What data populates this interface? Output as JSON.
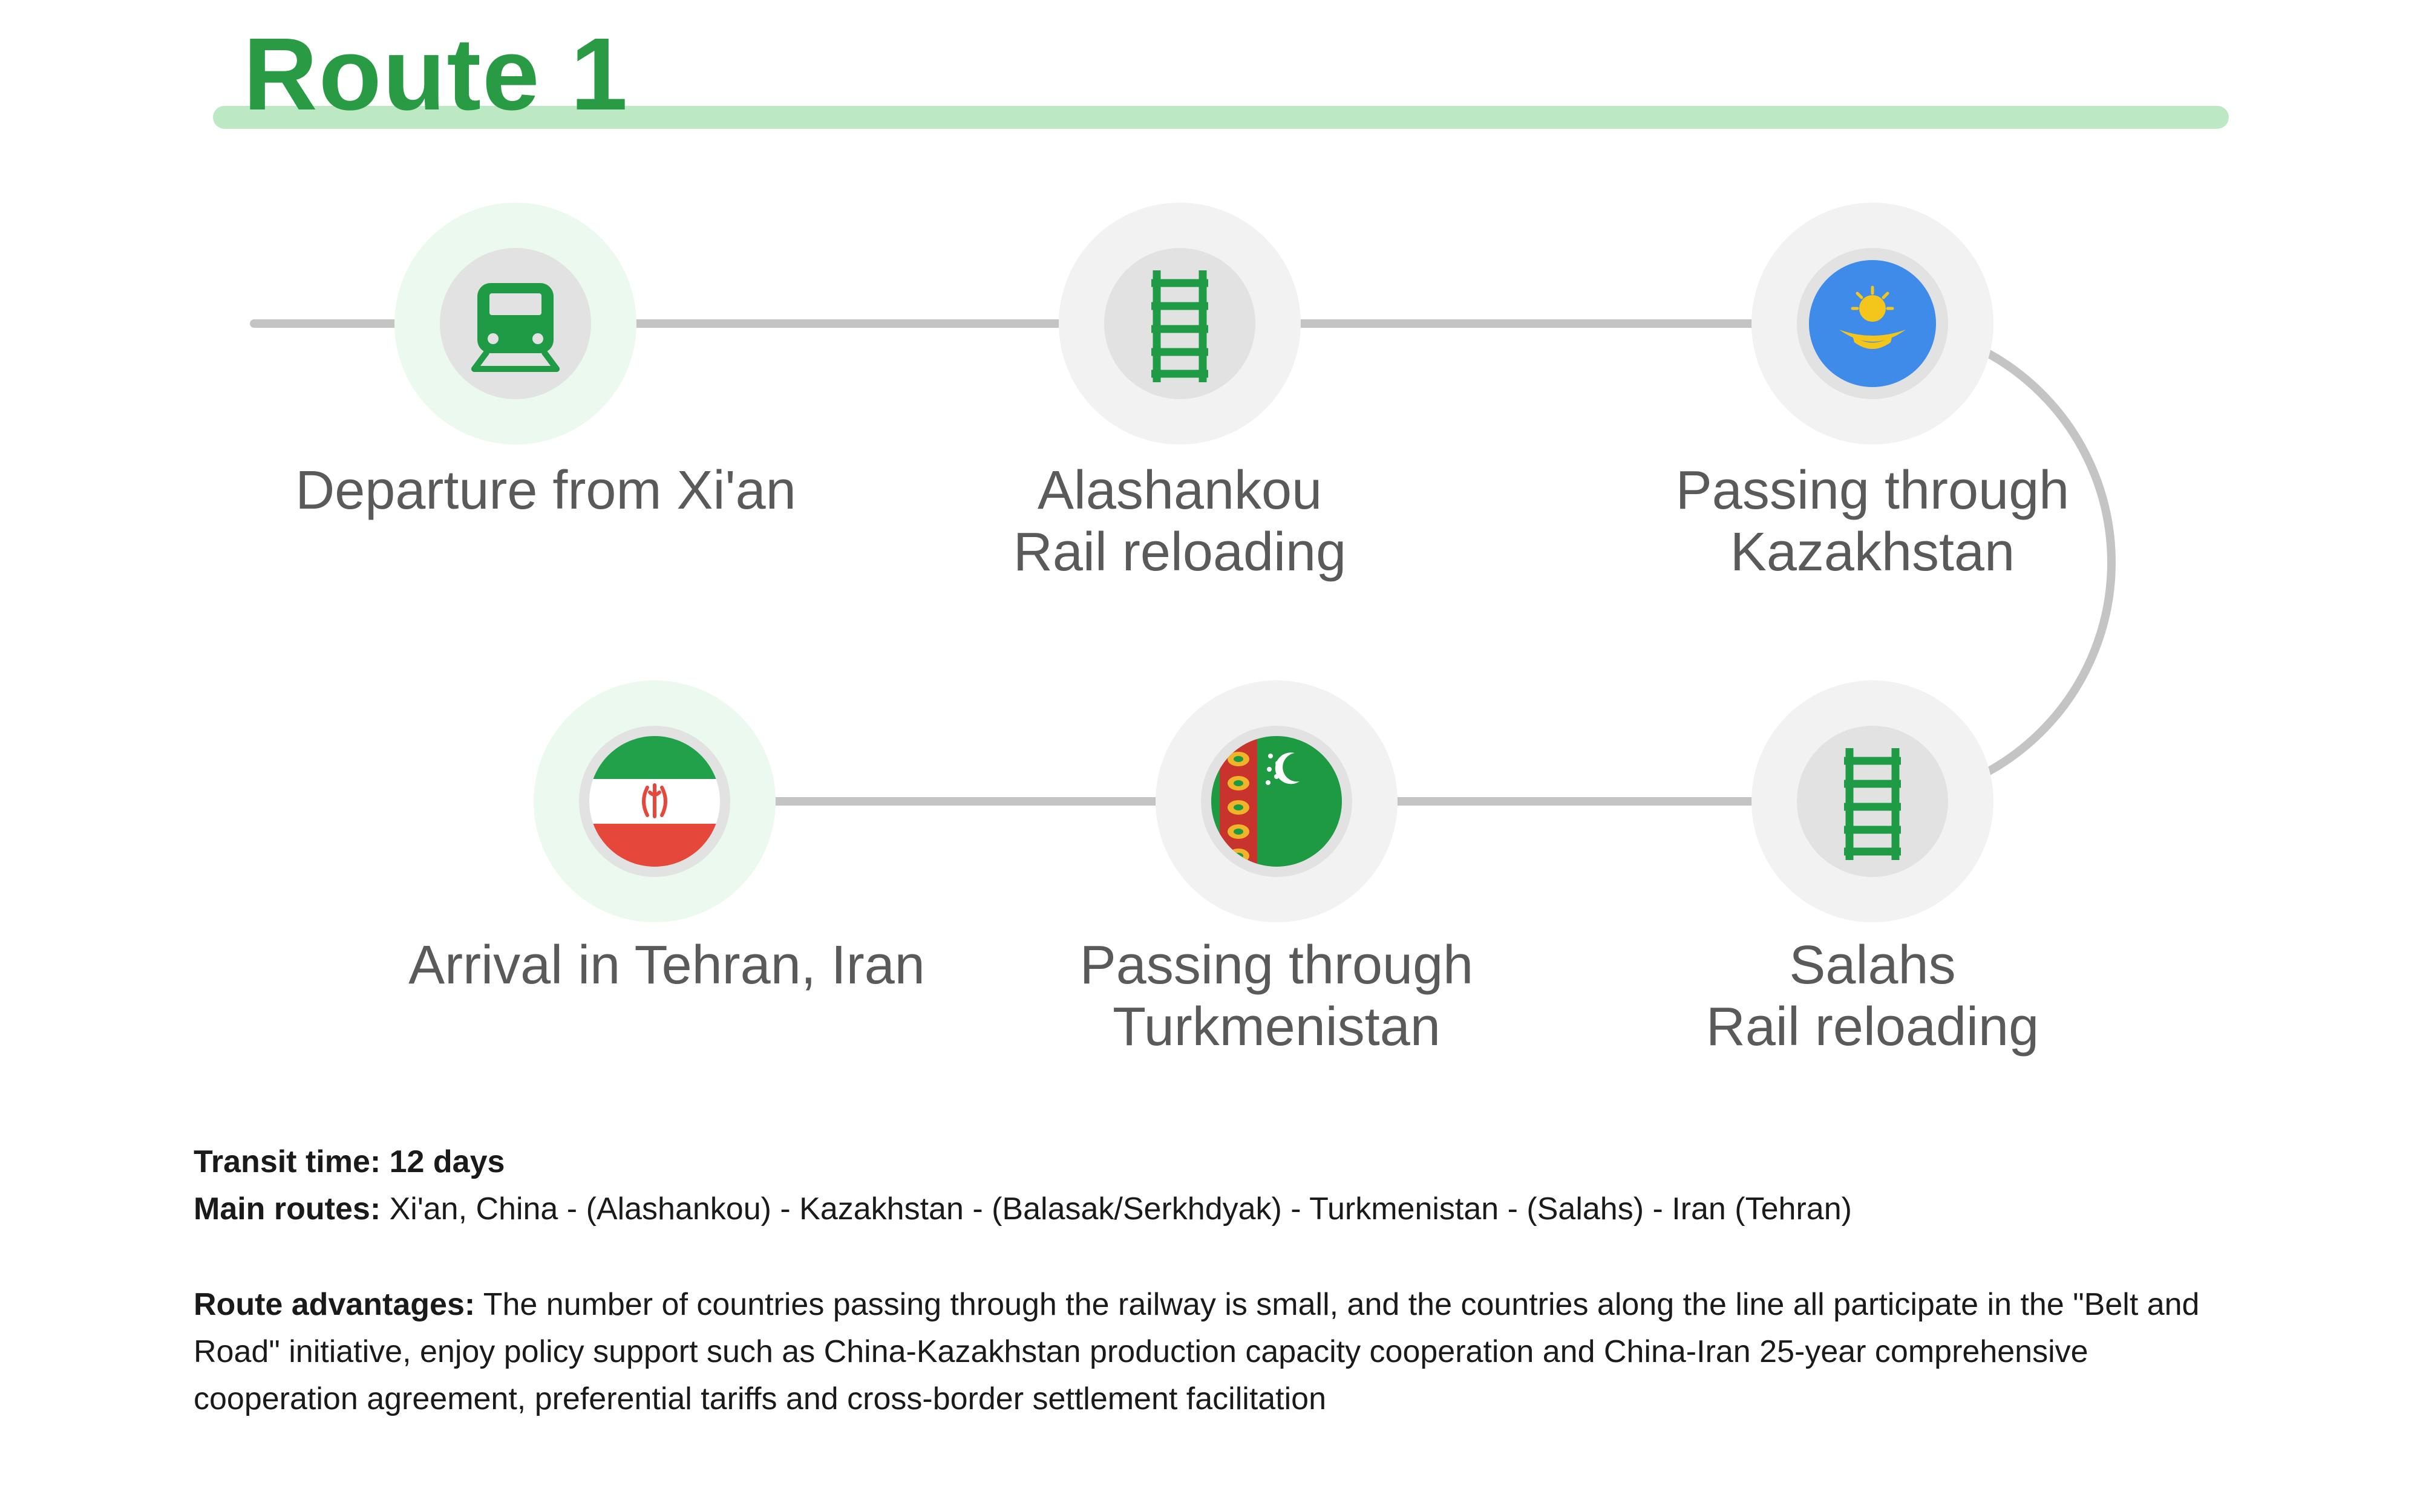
{
  "title": "Route 1",
  "stops": [
    {
      "id": "xian",
      "icon": "train-icon",
      "highlight": true,
      "lines": [
        "Departure from Xi'an"
      ]
    },
    {
      "id": "alashankou",
      "icon": "rail-track-icon",
      "highlight": false,
      "lines": [
        "Alashankou",
        "Rail reloading"
      ]
    },
    {
      "id": "kazakhstan",
      "icon": "kazakhstan-flag-icon",
      "highlight": false,
      "lines": [
        "Passing through",
        "Kazakhstan"
      ]
    },
    {
      "id": "salahs",
      "icon": "rail-track-icon",
      "highlight": false,
      "lines": [
        "Salahs",
        "Rail reloading"
      ]
    },
    {
      "id": "turkmenistan",
      "icon": "turkmenistan-flag-icon",
      "highlight": false,
      "lines": [
        "Passing through",
        "Turkmenistan"
      ]
    },
    {
      "id": "tehran",
      "icon": "iran-flag-icon",
      "highlight": true,
      "lines": [
        "Arrival in Tehran, Iran"
      ]
    }
  ],
  "info": {
    "transit_label": "Transit time: 12 days",
    "routes_label": "Main routes:",
    "routes_text": " Xi'an, China - (Alashankou) - Kazakhstan - (Balasak/Serkhdyak) - Turkmenistan - (Salahs) - Iran (Tehran)",
    "advantages_label": "Route advantages:",
    "advantages_text": " The number of countries passing through the railway is small, and the countries along the line all participate in the \"Belt and Road\" initiative, enjoy policy support such as China-Kazakhstan production capacity cooperation and China-Iran 25-year comprehensive cooperation agreement, preferential tariffs and cross-border settlement facilitation"
  },
  "colors": {
    "title_green": "#2a9b45",
    "title_underline": "#bde8c4",
    "icon_green": "#1f9a45",
    "route_line": "#c4c4c4",
    "halo_highlight": "#ecf9ee",
    "halo_normal": "#f2f2f2",
    "inner_circle": "#e2e2e2",
    "kazakhstan_blue": "#3e8bea",
    "kazakhstan_gold": "#f4c51a",
    "iran_green": "#22a14a",
    "iran_red": "#e5483b",
    "turkmenistan_green": "#1d9a42",
    "turkmenistan_red": "#c8332e"
  }
}
